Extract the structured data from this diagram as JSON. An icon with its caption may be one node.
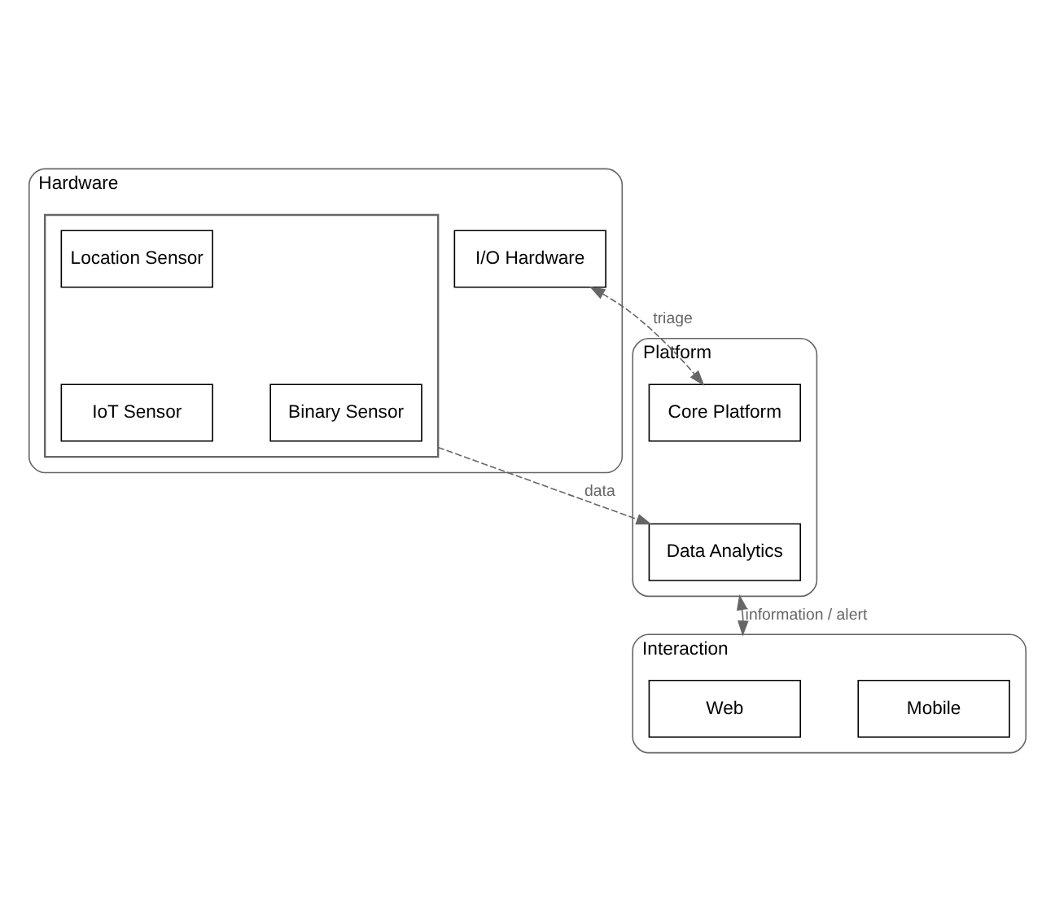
{
  "diagram": {
    "nodes": [
      {
        "text": [
          "Hardware"
        ]
      },
      {
        "text": [],
        "shape": "box",
        "in": 0
      },
      {
        "text": [
          "Location Sensor"
        ],
        "in": 1
      },
      {
        "text": [
          "IoT Sensor"
        ],
        "in": 1
      },
      {
        "text": [
          "Binary Sensor"
        ],
        "in": 1
      },
      {
        "text": [
          "I/O Hardware"
        ],
        "in": 0
      },
      {
        "text": [
          "Platform"
        ]
      },
      {
        "text": [
          "Core Platform"
        ],
        "in": 6
      },
      {
        "text": [
          "Data Analytics"
        ],
        "in": 6
      },
      {
        "text": [
          "Interaction"
        ]
      },
      {
        "text": [
          "Web"
        ],
        "in": 9
      },
      {
        "text": [
          "Mobile"
        ],
        "in": 9
      }
    ],
    "edges": [
      {
        "from": 1,
        "to": 8,
        "arrow": "to",
        "label": "data",
        "style": "dashed"
      },
      {
        "from": 5,
        "to": 7,
        "arrow": "both",
        "label": "triage",
        "style": "dashed"
      },
      {
        "from": 6,
        "to": 9,
        "arrow": "both",
        "label": "information / alert"
      }
    ]
  }
}
